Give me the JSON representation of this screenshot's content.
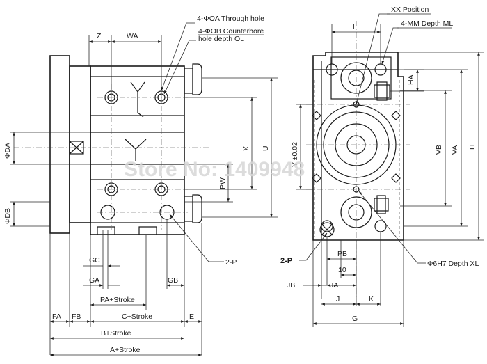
{
  "watermark": "Store No: 1409948",
  "left_view": {
    "callouts": {
      "hole_oa": "4-ΦOA Through hole",
      "hole_ob_line1": "4-ΦOB Counterbore",
      "hole_ob_line2": "hole depth OL",
      "port": "2-P"
    },
    "dims": {
      "z": "Z",
      "wa": "WA",
      "da": "ΦDA",
      "db": "ΦDB",
      "x": "X",
      "u": "U",
      "pw": "PW",
      "gc": "GC",
      "ga": "GA",
      "gb": "GB",
      "pa": "PA+Stroke",
      "fa": "FA",
      "fb": "FB",
      "c": "C+Stroke",
      "e": "E",
      "b": "B+Stroke",
      "a": "A+Stroke"
    }
  },
  "right_view": {
    "callouts": {
      "xx": "XX Position",
      "mm": "4-MM Depth ML",
      "port": "2-P",
      "pin": "Φ6H7 Depth XL"
    },
    "dims": {
      "l": "L",
      "ha": "HA",
      "vb": "VB",
      "va": "VA",
      "h": "H",
      "y": "Y ±0.02",
      "pb": "PB",
      "ten": "10",
      "jb": "JB",
      "ja": "JA",
      "j": "J",
      "k": "K",
      "g": "G"
    }
  }
}
